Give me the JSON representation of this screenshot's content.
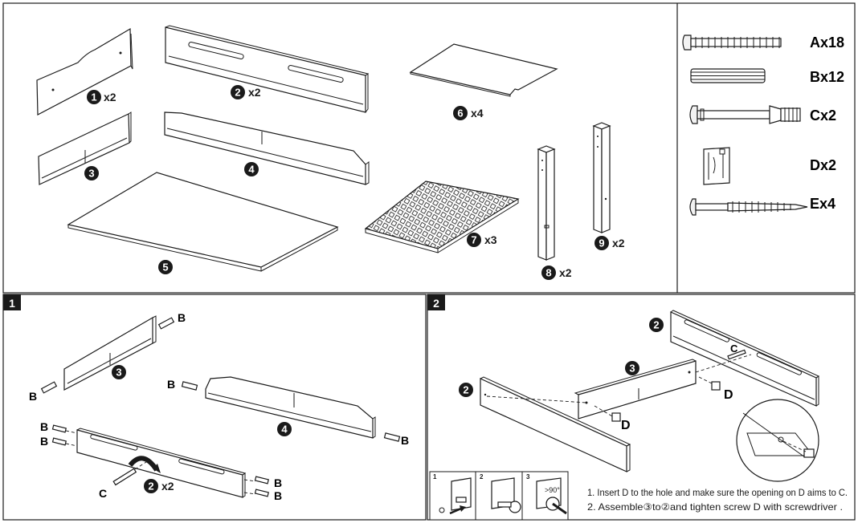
{
  "parts": [
    {
      "num": "1",
      "qty": "x2"
    },
    {
      "num": "2",
      "qty": "x2"
    },
    {
      "num": "3",
      "qty": ""
    },
    {
      "num": "4",
      "qty": ""
    },
    {
      "num": "5",
      "qty": ""
    },
    {
      "num": "6",
      "qty": "x4"
    },
    {
      "num": "7",
      "qty": "x3"
    },
    {
      "num": "8",
      "qty": "x2"
    },
    {
      "num": "9",
      "qty": "x2"
    }
  ],
  "hardware": [
    {
      "label": "Ax18",
      "icon": "long-screw-icon"
    },
    {
      "label": "Bx12",
      "icon": "wood-dowel-icon"
    },
    {
      "label": "Cx2",
      "icon": "cam-bolt-icon"
    },
    {
      "label": "Dx2",
      "icon": "cam-lock-icon"
    },
    {
      "label": "Ex4",
      "icon": "wood-screw-icon"
    }
  ],
  "step1": {
    "number": "1",
    "dowel": "B",
    "bolt": "C",
    "part3": "3",
    "part4": "4",
    "part2": "2",
    "part2_qty": "x2"
  },
  "step2": {
    "number": "2",
    "part2": "2",
    "part3": "3",
    "bolt": "C",
    "lock": "D",
    "insets": [
      "1",
      "2",
      "3"
    ],
    "angle": ">90°",
    "instructions": [
      "1. Insert D to the hole and make sure the opening on D aims to C.",
      "2. Assemble③to②and tighten screw D with screwdriver ."
    ]
  }
}
